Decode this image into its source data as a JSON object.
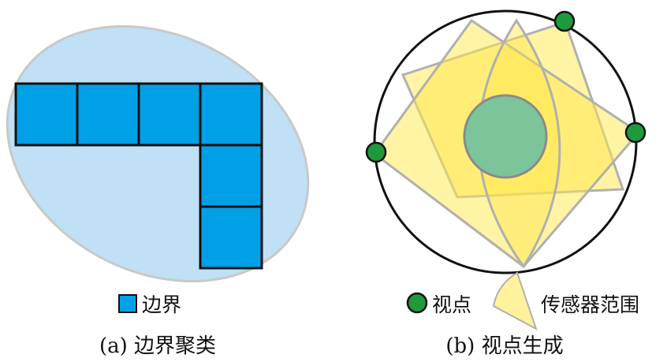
{
  "panel_a": {
    "caption": "(a) 边界聚类",
    "legend_label": "边界",
    "colors": {
      "cluster_fill": "#bfe0f5",
      "cluster_stroke": "#c9c9c9",
      "cell_fill": "#00a0e6",
      "cell_stroke": "#111111"
    },
    "cells": [
      {
        "row": 0,
        "col": 0
      },
      {
        "row": 0,
        "col": 1
      },
      {
        "row": 0,
        "col": 2
      },
      {
        "row": 0,
        "col": 3
      },
      {
        "row": 1,
        "col": 3
      },
      {
        "row": 2,
        "col": 3
      }
    ]
  },
  "panel_b": {
    "caption": "(b) 视点生成",
    "legend_viewpoint": "视点",
    "legend_sensor": "传感器范围",
    "colors": {
      "viewpoint": "#1e9a3c",
      "sensor_fill": "#ffe74a",
      "target": "#7cc49a",
      "circle_stroke": "#111111"
    }
  }
}
